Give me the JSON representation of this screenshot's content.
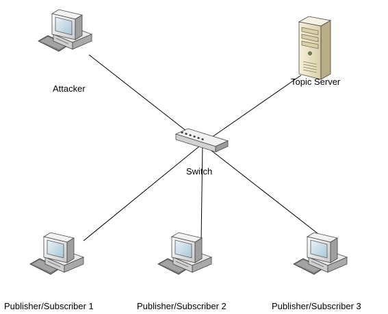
{
  "nodes": {
    "attacker": {
      "label": "Attacker",
      "icon": "desktop-computer-icon"
    },
    "topic_server": {
      "label": "Topic Server",
      "icon": "tower-server-icon"
    },
    "switch": {
      "label": "Switch",
      "icon": "network-switch-icon"
    },
    "pubsub1": {
      "label": "Publisher/Subscriber 1",
      "icon": "desktop-computer-icon"
    },
    "pubsub2": {
      "label": "Publisher/Subscriber 2",
      "icon": "desktop-computer-icon"
    },
    "pubsub3": {
      "label": "Publisher/Subscriber 3",
      "icon": "desktop-computer-icon"
    }
  },
  "connections": [
    [
      "switch",
      "attacker"
    ],
    [
      "switch",
      "topic_server"
    ],
    [
      "switch",
      "pubsub1"
    ],
    [
      "switch",
      "pubsub2"
    ],
    [
      "switch",
      "pubsub3"
    ]
  ],
  "colors": {
    "line": "#000000",
    "screen": "#cfe2ec",
    "case_light": "#f4f4f4",
    "case_mid": "#d8d8d8",
    "case_dark": "#9a9a9a",
    "keyboard": "#8a8a8a",
    "server_beige": "#ece3c3",
    "server_dark": "#b8ad86"
  }
}
